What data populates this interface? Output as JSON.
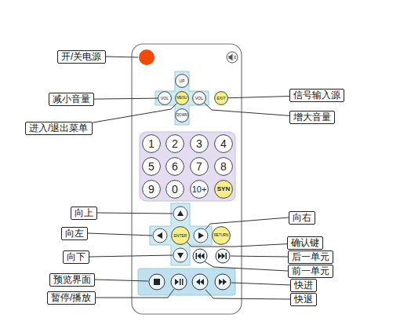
{
  "diagram": {
    "nodes": [
      {
        "text": [
          "开/关电源"
        ]
      },
      {
        "text": [
          "UP"
        ]
      },
      {
        "text": [
          "减小音量"
        ]
      },
      {
        "text": [
          "VOL"
        ]
      },
      {
        "text": [
          "MENU"
        ]
      },
      {
        "text": [
          "VOL"
        ]
      },
      {
        "text": [
          "EXIT"
        ]
      },
      {
        "text": [
          "信号输入源"
        ]
      },
      {
        "text": [
          "增大音量"
        ]
      },
      {
        "text": [
          "DOWN"
        ]
      },
      {
        "text": [
          "进入/退出菜单"
        ]
      },
      {
        "text": [
          "1"
        ]
      },
      {
        "text": [
          "2"
        ]
      },
      {
        "text": [
          "3"
        ]
      },
      {
        "text": [
          "4"
        ]
      },
      {
        "text": [
          "5"
        ]
      },
      {
        "text": [
          "6"
        ]
      },
      {
        "text": [
          "7"
        ]
      },
      {
        "text": [
          "8"
        ]
      },
      {
        "text": [
          "9"
        ]
      },
      {
        "text": [
          "0"
        ]
      },
      {
        "text": [
          "10+"
        ]
      },
      {
        "text": [
          "SYN"
        ]
      },
      {
        "text": [
          "向上"
        ]
      },
      {
        "text": [
          "向右"
        ]
      },
      {
        "text": [
          "向左"
        ]
      },
      {
        "text": [
          "ENTER"
        ]
      },
      {
        "text": [
          "RETURN"
        ]
      },
      {
        "text": [
          "向下"
        ]
      },
      {
        "text": [
          "确认键"
        ]
      },
      {
        "text": [
          "后一单元"
        ]
      },
      {
        "text": [
          "前一单元"
        ]
      },
      {
        "text": [
          "预览界面"
        ]
      },
      {
        "text": [
          "快进"
        ]
      },
      {
        "text": [
          "暂停/播放"
        ]
      },
      {
        "text": [
          "快退"
        ]
      }
    ],
    "edges": [
      {
        "from": 2,
        "to": 3,
        "arrow": "none"
      },
      {
        "from": 10,
        "to": 4,
        "arrow": "none"
      },
      {
        "from": 7,
        "to": 6,
        "arrow": "none"
      },
      {
        "from": 8,
        "to": 5,
        "arrow": "none"
      },
      {
        "from": 29,
        "to": 26,
        "arrow": "none"
      }
    ]
  }
}
